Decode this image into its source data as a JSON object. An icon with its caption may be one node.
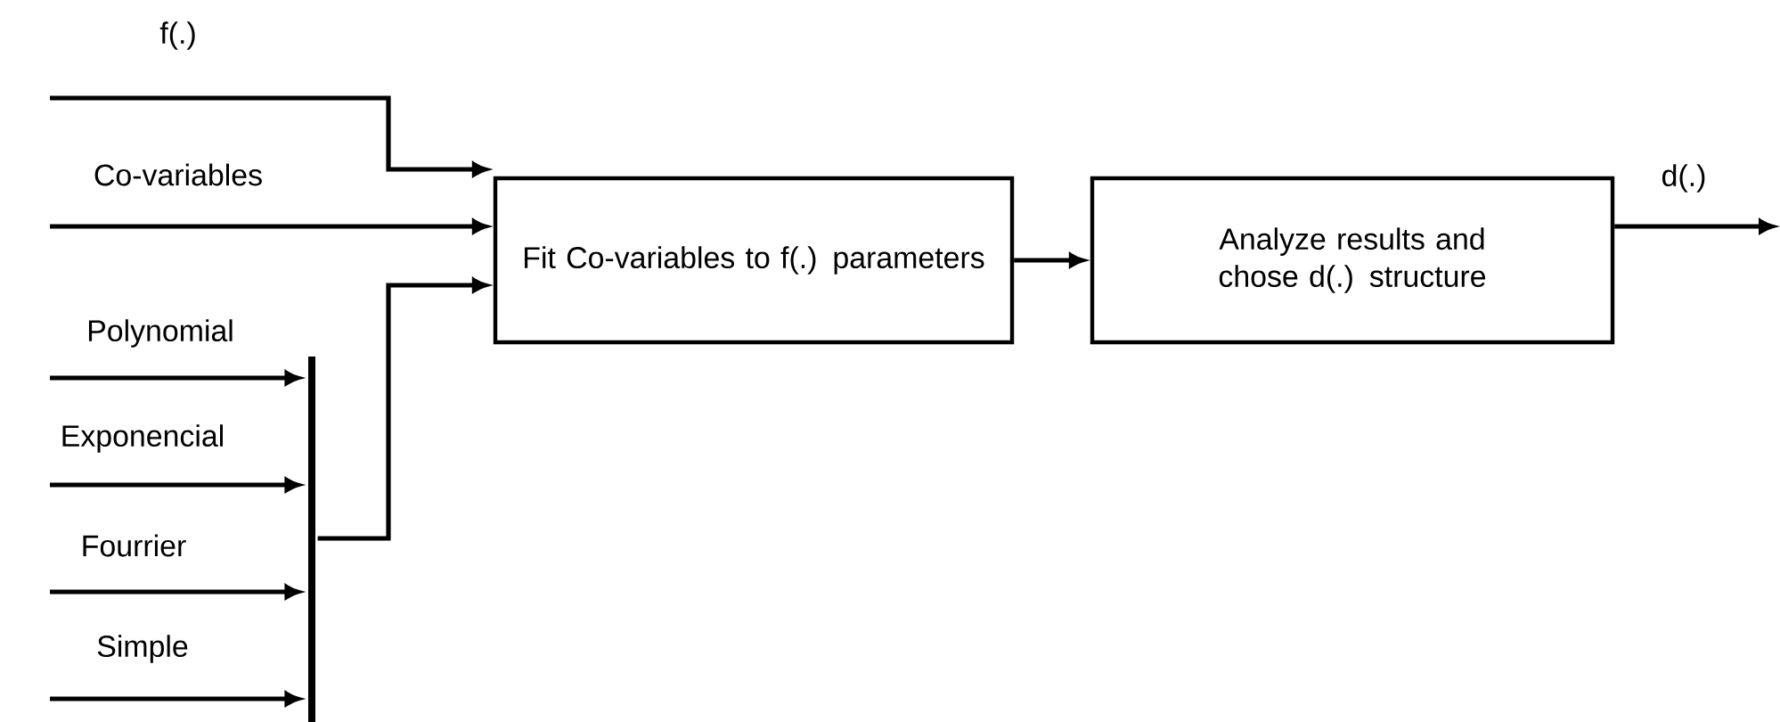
{
  "diagram": {
    "nodes": [
      {
        "text": [
          "Fit Co-variables to f(.) parameters"
        ]
      },
      {
        "text": [
          "Analyze results and chose d(.) structure"
        ]
      },
      {
        "text": [],
        "shape": "bar"
      }
    ],
    "edges": [
      {
        "from": null,
        "to": 0,
        "arrow": "to",
        "label": "f(.)"
      },
      {
        "from": null,
        "to": 0,
        "arrow": "to",
        "label": "Co-variables"
      },
      {
        "from": null,
        "to": 2,
        "arrow": "to",
        "label": "Polynomial"
      },
      {
        "from": null,
        "to": 2,
        "arrow": "to",
        "label": "Exponencial"
      },
      {
        "from": null,
        "to": 2,
        "arrow": "to",
        "label": "Fourrier"
      },
      {
        "from": null,
        "to": 2,
        "arrow": "to",
        "label": "Simple"
      },
      {
        "from": 2,
        "to": 0,
        "arrow": "to"
      },
      {
        "from": 0,
        "to": 1,
        "arrow": "to"
      },
      {
        "from": 1,
        "to": null,
        "arrow": "to",
        "label": "d(.)"
      }
    ]
  }
}
